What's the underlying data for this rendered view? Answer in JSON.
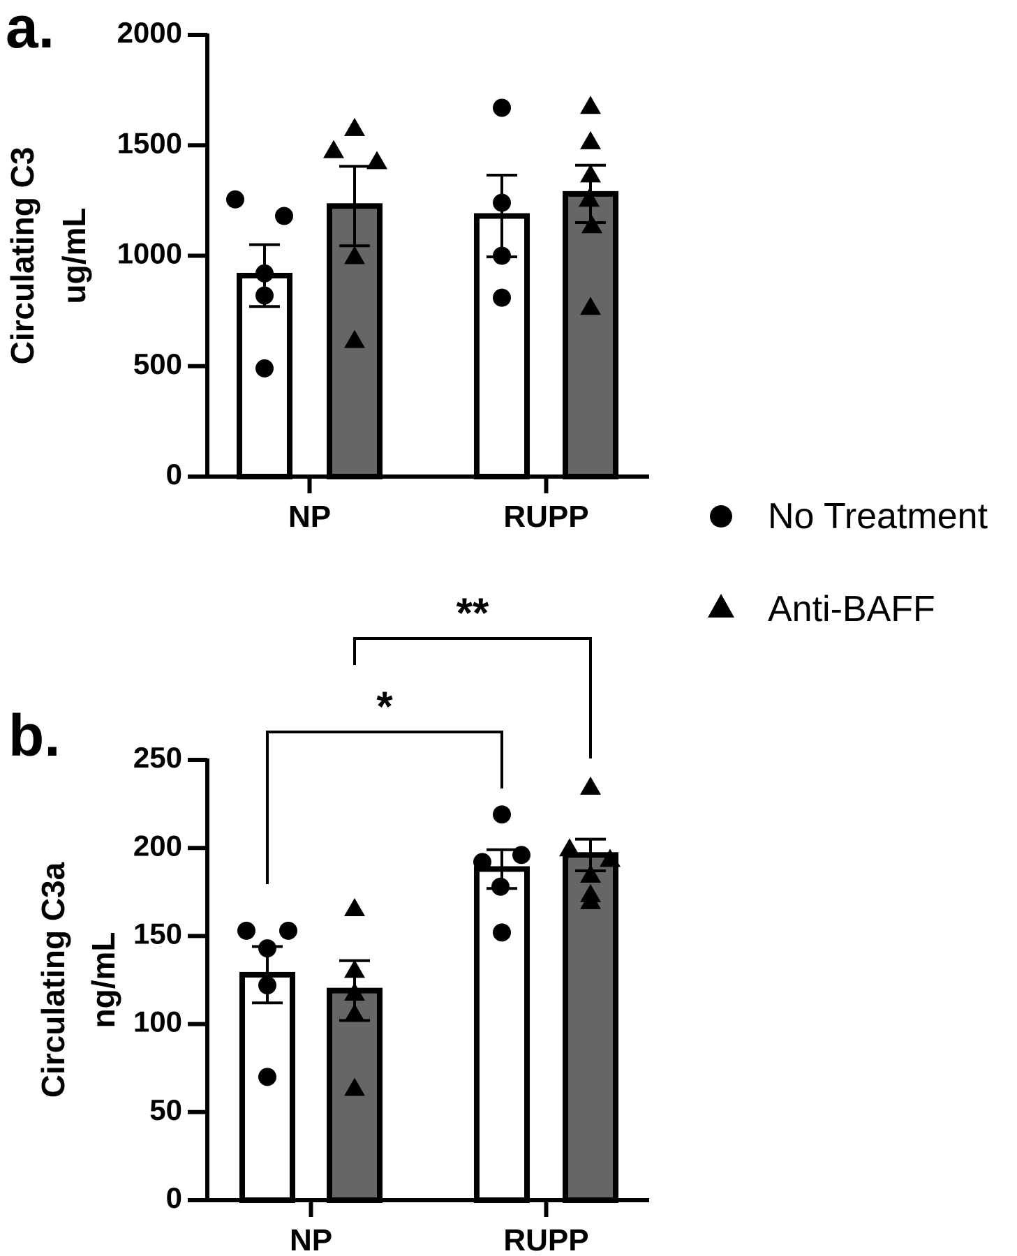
{
  "legend": {
    "items": [
      {
        "label": "No Treatment",
        "marker": "circle"
      },
      {
        "label": "Anti-BAFF",
        "marker": "triangle"
      }
    ],
    "placement": "right"
  },
  "colors": {
    "no_treatment_fill": "#ffffff",
    "anti_baff_fill": "#666666",
    "outline": "#000000"
  },
  "chart_data": [
    {
      "panel_label": "a.",
      "type": "bar",
      "ylabel": [
        "Circulating C3",
        "ug/mL"
      ],
      "ylim": [
        0,
        2000
      ],
      "yticks": [
        0,
        500,
        1000,
        1500,
        2000
      ],
      "categories": [
        "NP",
        "RUPP"
      ],
      "series": [
        {
          "name": "No Treatment",
          "values": [
            910,
            1180
          ],
          "sem": [
            140,
            185
          ],
          "points": [
            [
              1255,
              1180,
              920,
              820,
              490
            ],
            [
              1670,
              1240,
              1000,
              810
            ]
          ]
        },
        {
          "name": "Anti-BAFF",
          "values": [
            1225,
            1280
          ],
          "sem": [
            180,
            130
          ],
          "points": [
            [
              1580,
              1480,
              1430,
              1000,
              620
            ],
            [
              1680,
              1520,
              1370,
              1260,
              1140,
              770
            ]
          ]
        }
      ],
      "significance": []
    },
    {
      "panel_label": "b.",
      "type": "bar",
      "ylabel": [
        "Circulating C3a",
        "ng/mL"
      ],
      "ylim": [
        0,
        250
      ],
      "yticks": [
        0,
        50,
        100,
        150,
        200,
        250
      ],
      "categories": [
        "NP",
        "RUPP"
      ],
      "series": [
        {
          "name": "No Treatment",
          "values": [
            128,
            188
          ],
          "sem": [
            16,
            11
          ],
          "points": [
            [
              153,
              153,
              143,
              122,
              70
            ],
            [
              219,
              192,
              196,
              178,
              152
            ]
          ]
        },
        {
          "name": "Anti-BAFF",
          "values": [
            119,
            196
          ],
          "sem": [
            17,
            9
          ],
          "points": [
            [
              166,
              131,
              106,
              118,
              64
            ],
            [
              235,
              200,
              194,
              185,
              174,
              170
            ]
          ]
        }
      ],
      "significance": [
        {
          "label": "*",
          "from": {
            "category": "NP",
            "series": "No Treatment"
          },
          "to": {
            "category": "RUPP",
            "series": "No Treatment"
          }
        },
        {
          "label": "**",
          "from": {
            "category": "NP",
            "series": "Anti-BAFF"
          },
          "to": {
            "category": "RUPP",
            "series": "Anti-BAFF"
          }
        }
      ]
    }
  ]
}
